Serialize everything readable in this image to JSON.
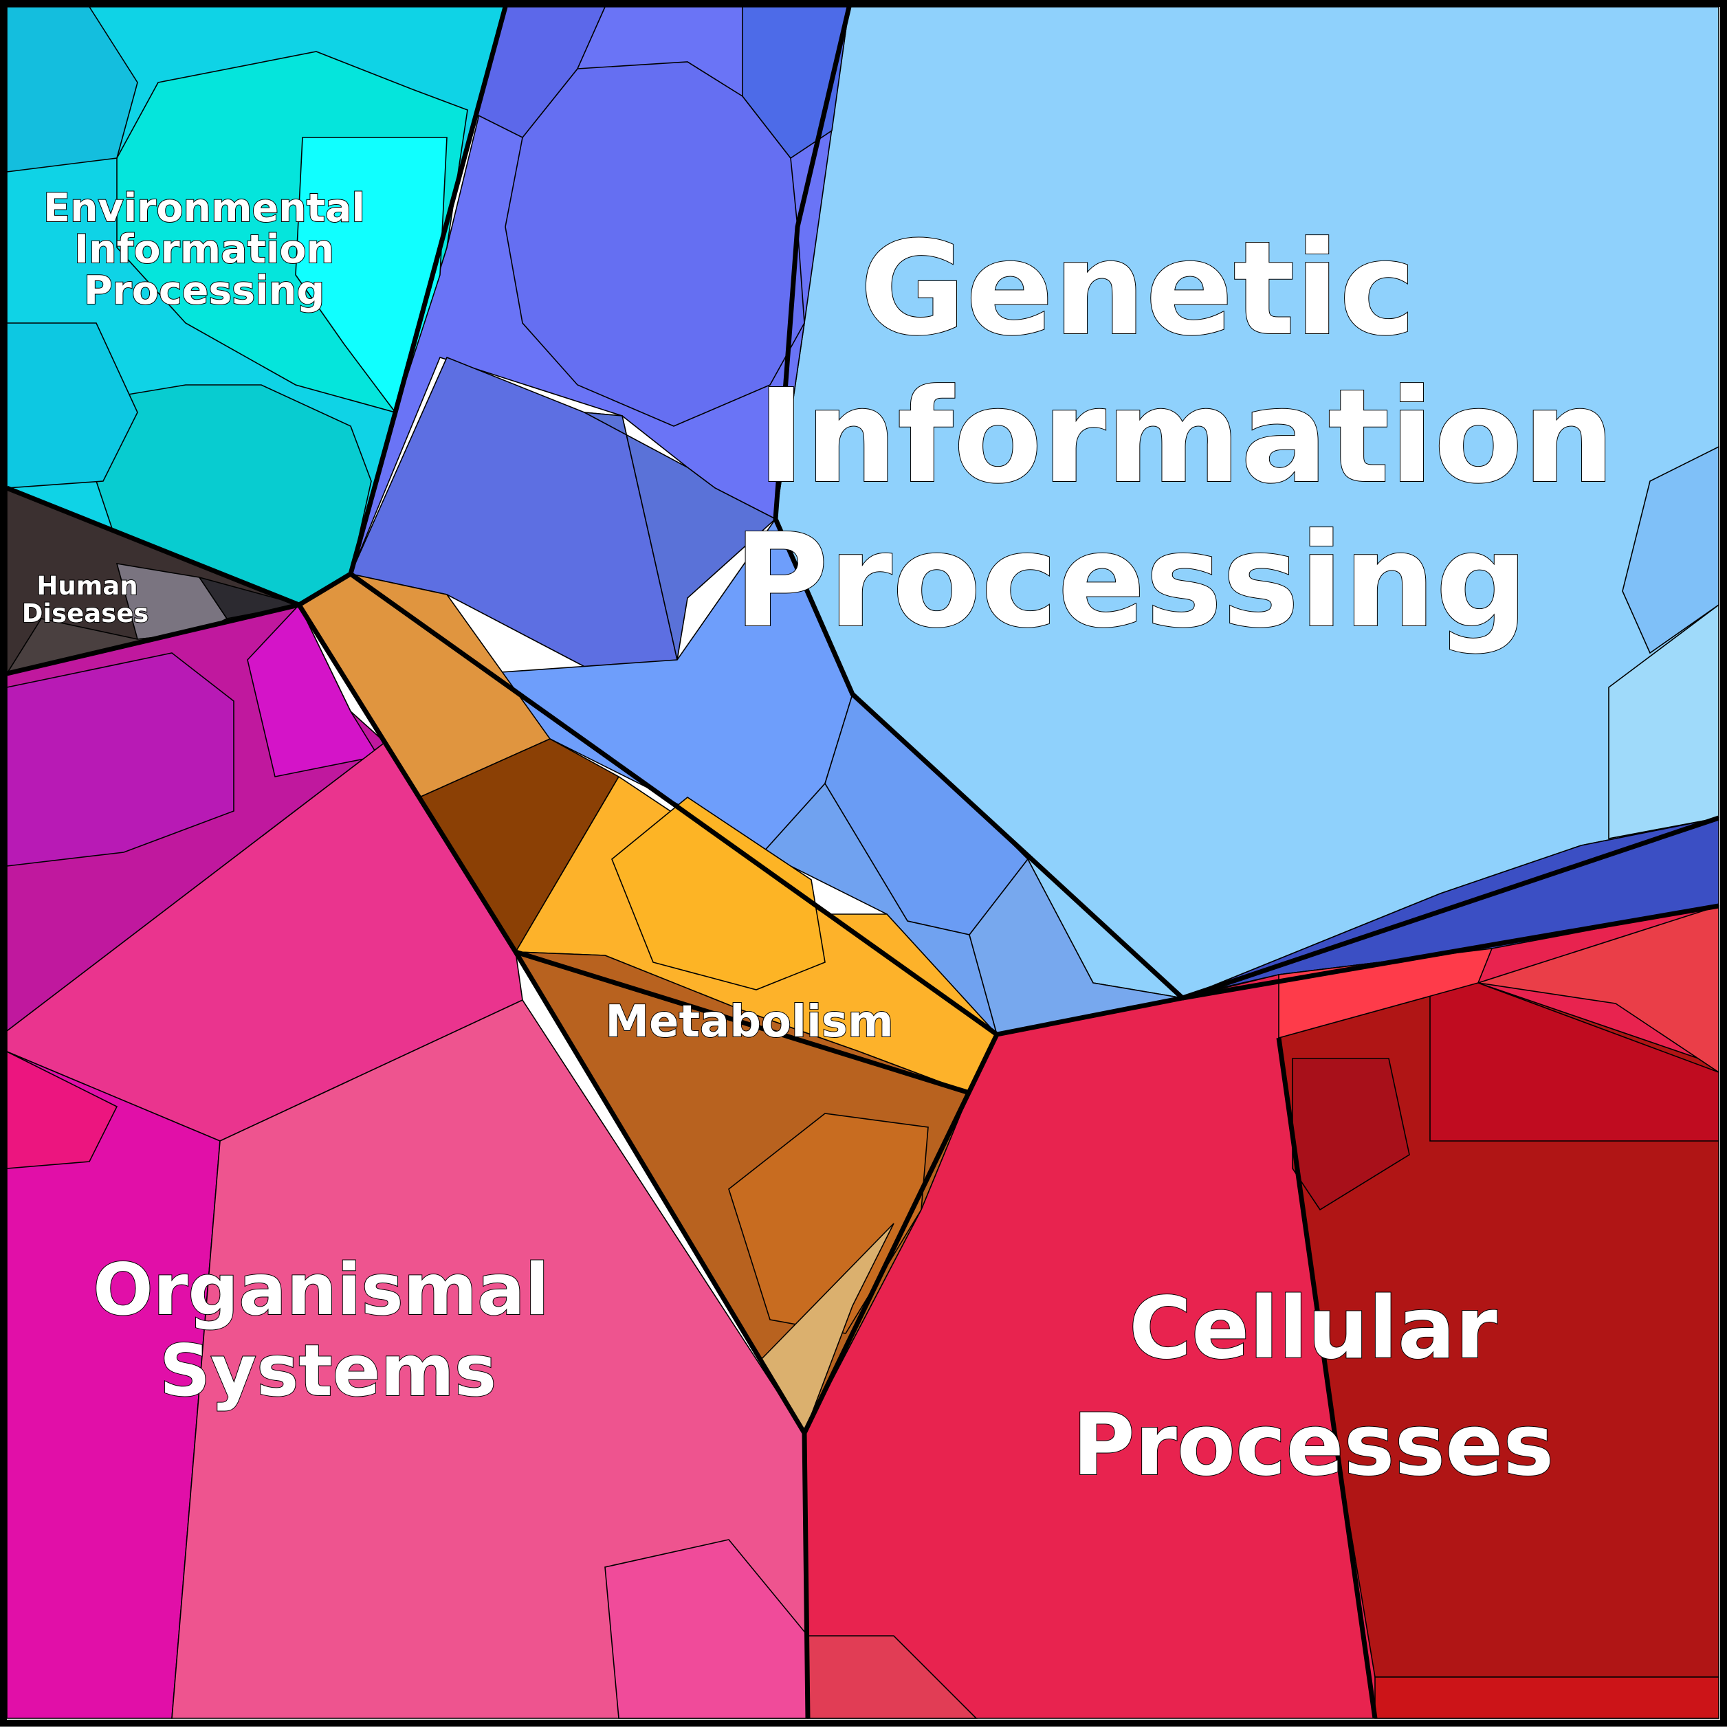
{
  "regions": [
    {
      "id": "genetic",
      "label_lines": [
        "Genetic",
        "Information",
        "Processing"
      ],
      "color": "#8fd1fc",
      "accent": "#5b74e0"
    },
    {
      "id": "cellular",
      "label_lines": [
        "Cellular",
        "Processes"
      ],
      "color": "#e8234f",
      "accent": "#b01515"
    },
    {
      "id": "organismal",
      "label_lines": [
        "Organismal",
        "Systems"
      ],
      "color": "#ee538f",
      "accent": "#e010b0"
    },
    {
      "id": "metabolism",
      "label_lines": [
        "Metabolism"
      ],
      "color": "#b8621f",
      "accent": "#fdb22a"
    },
    {
      "id": "environmental",
      "label_lines": [
        "Environmental",
        "Information",
        "Processing"
      ],
      "color": "#00d8d8",
      "accent": "#12c4e4"
    },
    {
      "id": "human",
      "label_lines": [
        "Human",
        "Diseases"
      ],
      "color": "#3b3030",
      "accent": "#7a7480"
    }
  ]
}
